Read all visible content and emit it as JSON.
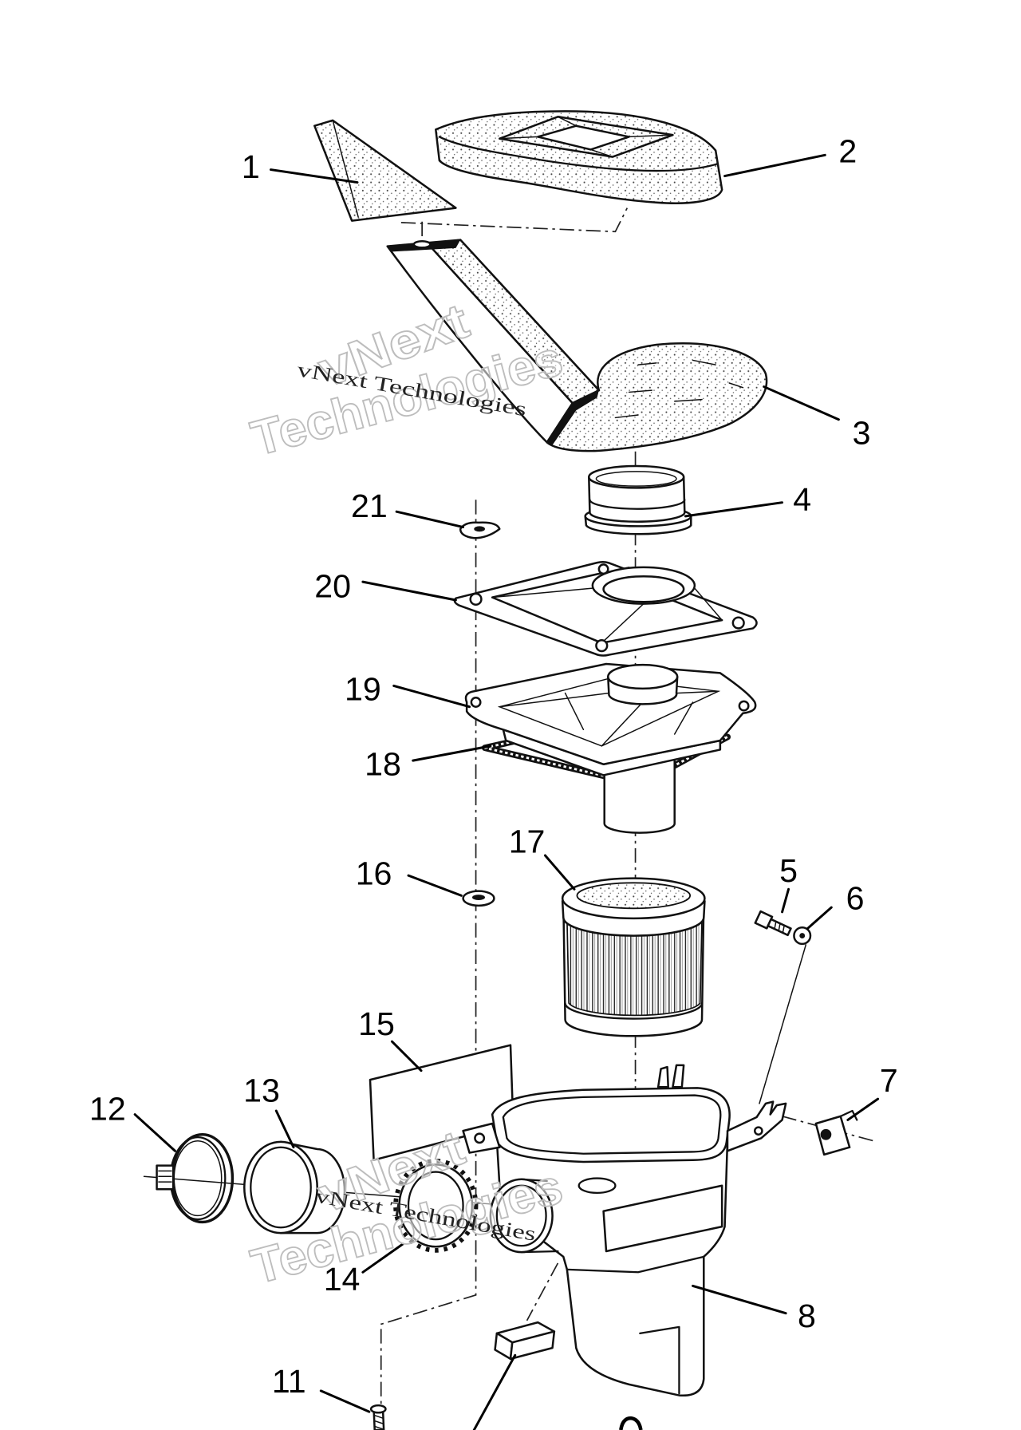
{
  "diagram": {
    "callouts": {
      "p1": "1",
      "p2": "2",
      "p3": "3",
      "p4": "4",
      "p5": "5",
      "p6": "6",
      "p7": "7",
      "p8": "8",
      "p11": "11",
      "p12": "12",
      "p13": "13",
      "p14": "14",
      "p15": "15",
      "p16": "16",
      "p17": "17",
      "p18": "18",
      "p19": "19",
      "p20": "20",
      "p21": "21"
    },
    "watermark": {
      "big_line1": "vNext",
      "big_line2": "Technologies",
      "small": "vNext Technologies"
    }
  },
  "colors": {
    "background": "#ffffff",
    "ink": "#000000",
    "watermark": "#bdbdbd"
  }
}
